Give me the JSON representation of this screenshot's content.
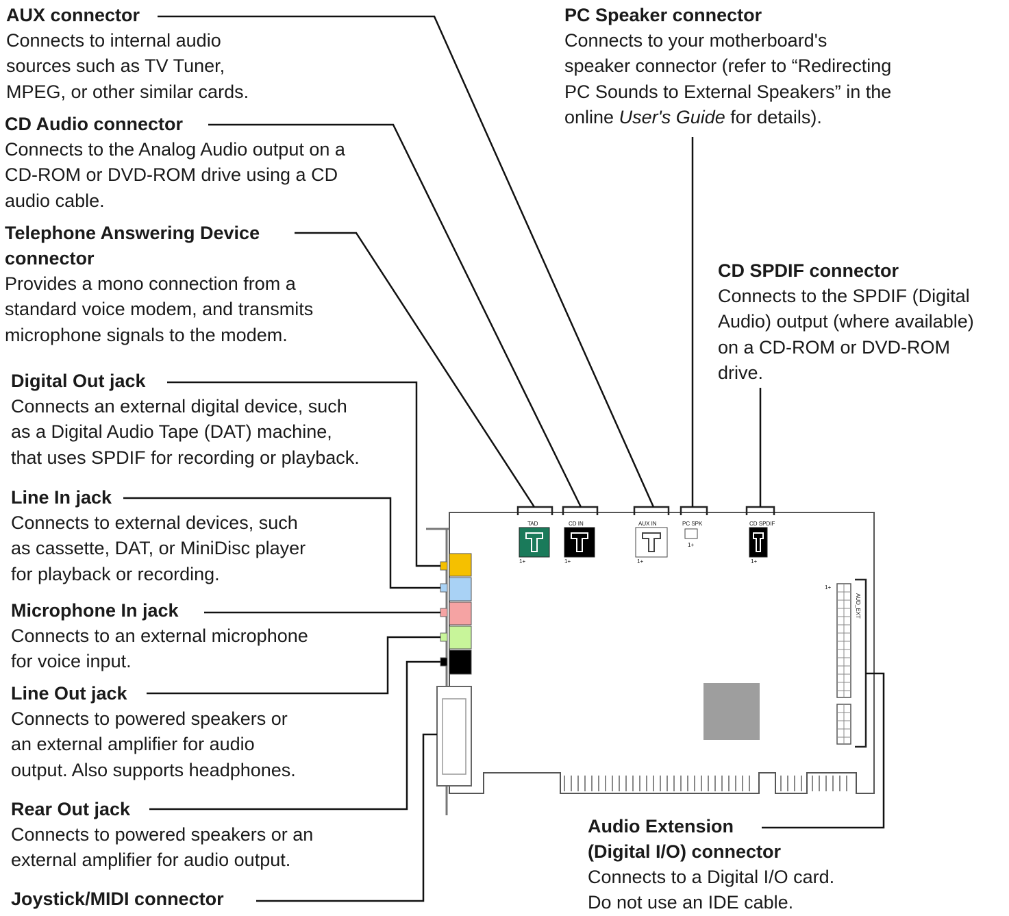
{
  "callouts": {
    "aux": {
      "title": "AUX connector",
      "desc": [
        "Connects to internal audio",
        "sources such as TV Tuner,",
        "MPEG, or other similar cards."
      ]
    },
    "cd_audio": {
      "title": "CD Audio connector",
      "desc": [
        "Connects to the Analog Audio output on a",
        "CD-ROM or DVD-ROM drive using a CD",
        "audio cable."
      ]
    },
    "tad": {
      "title_1": "Telephone Answering Device",
      "title_2": "connector",
      "desc": [
        "Provides a mono connection from a",
        "standard voice modem, and transmits",
        "microphone signals to the modem."
      ]
    },
    "digital_out": {
      "title": "Digital Out jack",
      "desc": [
        "Connects an external digital device, such",
        "as a Digital Audio Tape (DAT) machine,",
        "that uses SPDIF for recording or playback."
      ]
    },
    "line_in": {
      "title": "Line In jack",
      "desc": [
        "Connects to external devices, such",
        "as cassette, DAT, or MiniDisc player",
        "for playback or recording."
      ]
    },
    "mic_in": {
      "title": "Microphone In jack",
      "desc": [
        "Connects to an external microphone",
        "for voice input."
      ]
    },
    "line_out": {
      "title": "Line Out jack",
      "desc": [
        "Connects to powered speakers or",
        "an external amplifier for audio",
        "output. Also supports headphones."
      ]
    },
    "rear_out": {
      "title": "Rear Out jack",
      "desc": [
        "Connects to powered speakers or an",
        "external amplifier for audio output."
      ]
    },
    "joystick": {
      "title": "Joystick/MIDI connector"
    },
    "pc_speaker": {
      "title": "PC Speaker connector",
      "desc": [
        "Connects to your motherboard's",
        "speaker connector (refer to “Redirecting",
        "PC Sounds to External Speakers” in the"
      ],
      "desc_last_pre": "online ",
      "desc_last_italic": "User's Guide",
      "desc_last_post": " for details)."
    },
    "cd_spdif": {
      "title": "CD SPDIF connector",
      "desc": [
        "Connects to the SPDIF (Digital",
        "Audio) output (where available)",
        "on a CD-ROM or DVD-ROM",
        "drive."
      ]
    },
    "audio_ext": {
      "title_1": "Audio Extension",
      "title_2": "(Digital I/O) connector",
      "desc": [
        "Connects to a Digital I/O card.",
        "Do not use an IDE cable."
      ]
    }
  },
  "board_labels": {
    "tad_small": "TAD",
    "cd_in_small": "CD IN",
    "aux_in_small": "AUX IN",
    "pc_spk_small": "PC SPK",
    "cd_spdif_small": "CD SPDIF",
    "aud_ext_small": "AUD_EXT",
    "pin1": "1+"
  },
  "colors": {
    "digital_out": "#f5c000",
    "line_in": "#a9d2f5",
    "mic_in": "#f5a3a3",
    "line_out": "#c8f59a",
    "rear_out": "#000000",
    "tad_conn": "#1a7a5a",
    "chip": "#9e9e9e"
  }
}
